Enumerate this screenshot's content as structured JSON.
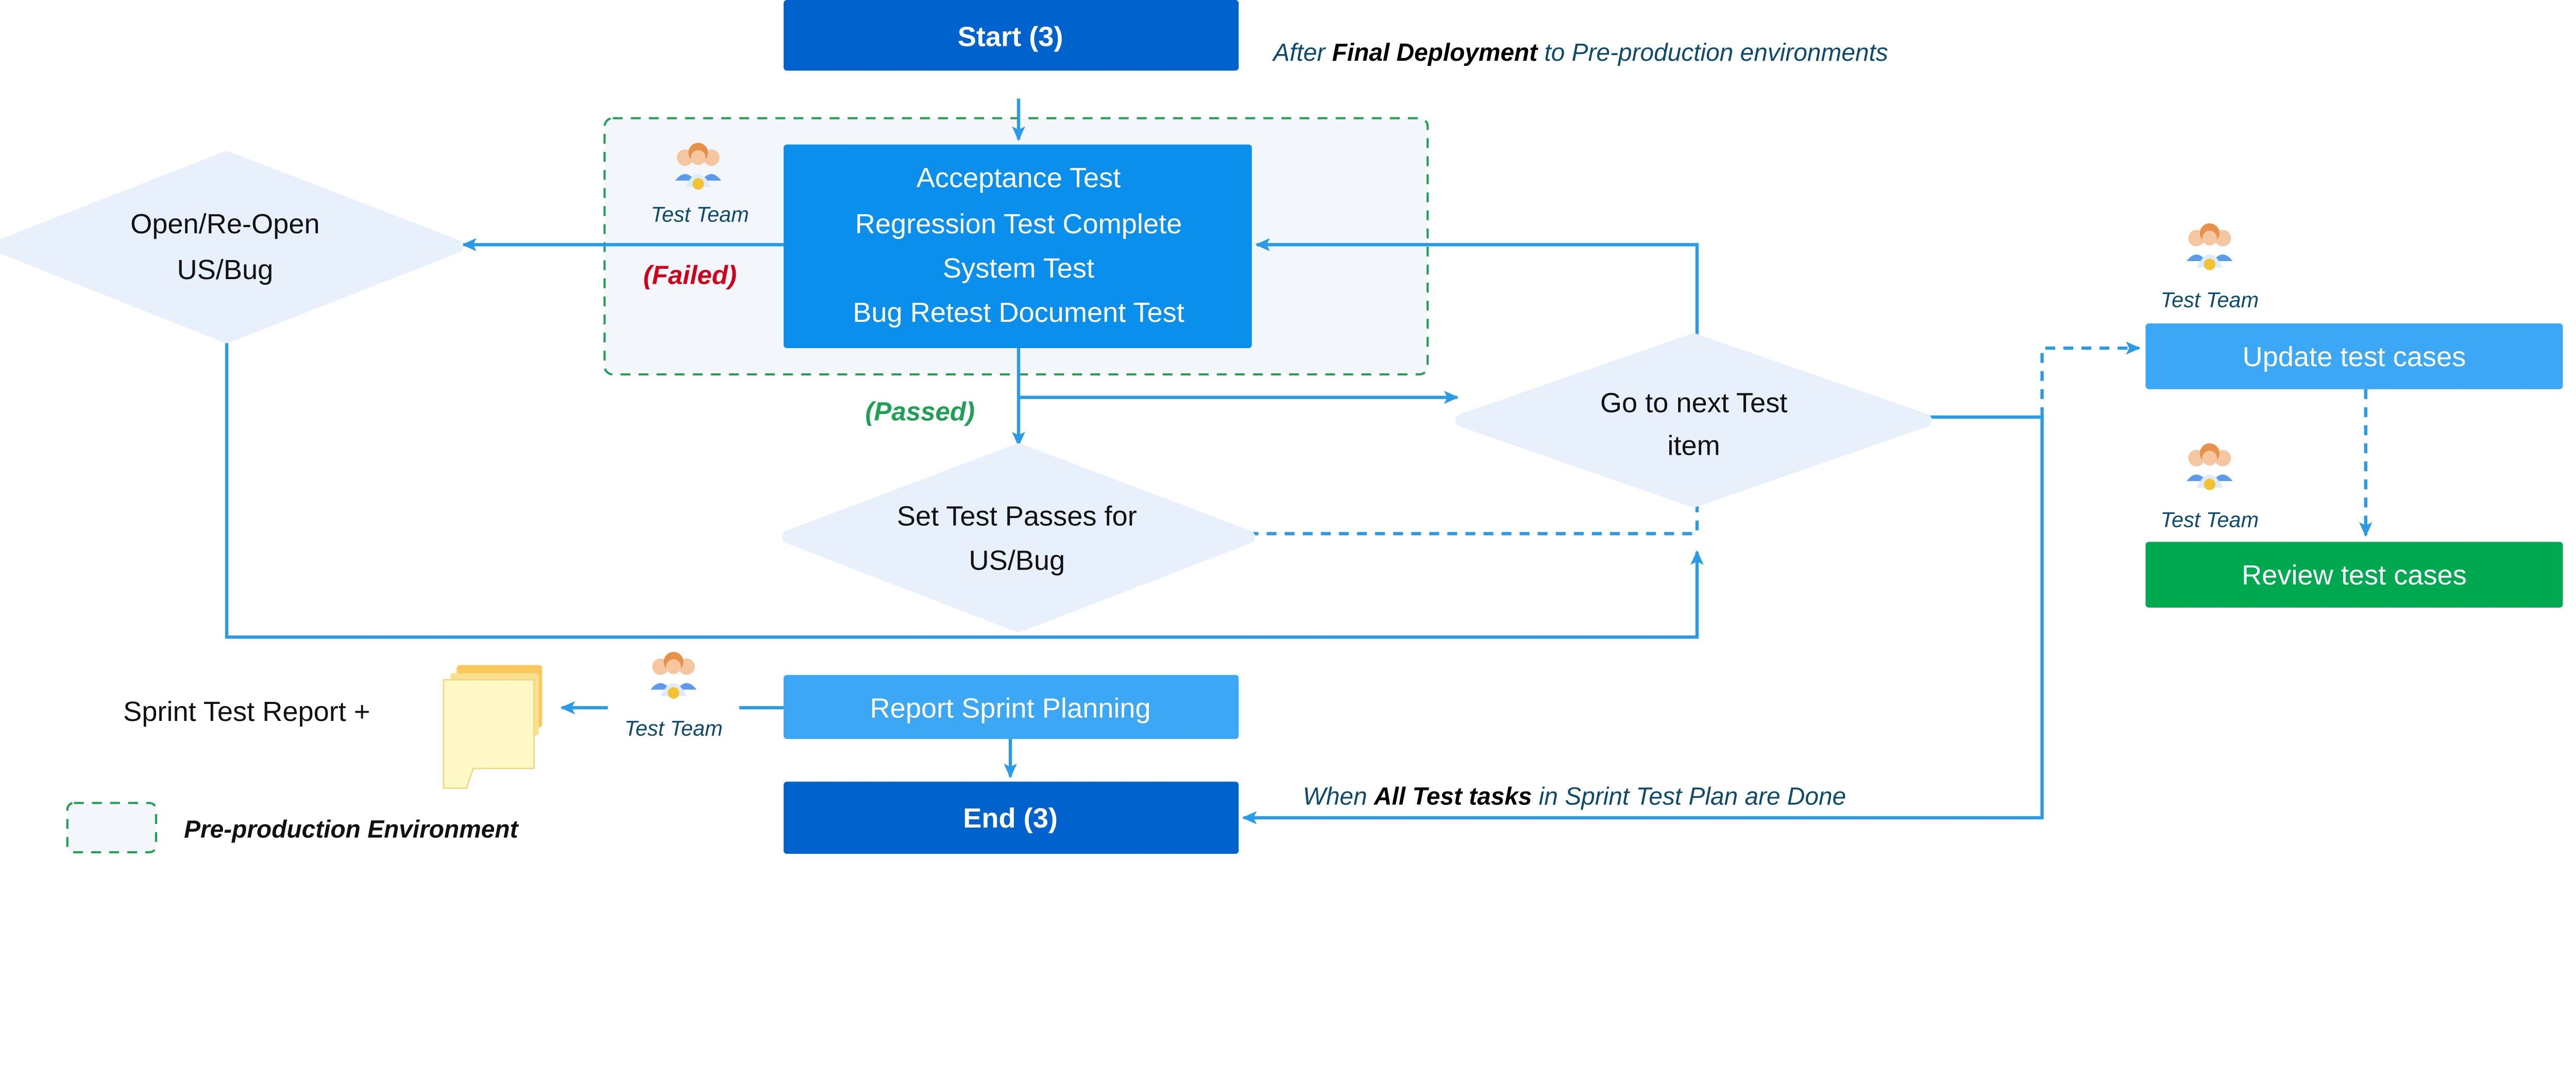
{
  "start": {
    "label": "Start (3)"
  },
  "end": {
    "label": "End (3)"
  },
  "start_note": {
    "pre": "After ",
    "bold": "Final Deployment",
    "post": " to Pre-production environments"
  },
  "end_note": {
    "pre": "When ",
    "bold": "All Test tasks",
    "post": " in Sprint Test Plan are Done"
  },
  "test_box": {
    "lines": [
      "Acceptance Test",
      "Regression Test Complete",
      "System Test",
      "Bug Retest Document Test"
    ]
  },
  "team_label": "Test Team",
  "failed_label": "(Failed)",
  "passed_label": "(Passed)",
  "open_diamond": {
    "lines": [
      "Open/Re-Open",
      "US/Bug"
    ]
  },
  "next_diamond": {
    "lines": [
      "Go to next Test",
      "item"
    ]
  },
  "pass_diamond": {
    "lines": [
      "Set Test Passes for",
      "US/Bug"
    ]
  },
  "update_box": {
    "label": "Update test cases"
  },
  "review_box": {
    "label": "Review test cases"
  },
  "report_box": {
    "label": "Report Sprint Planning"
  },
  "sprint_report": {
    "label": "Sprint Test Report +"
  },
  "legend": {
    "label": "Pre-production Environment"
  },
  "colors": {
    "dark_blue": "#0062cc",
    "blue": "#0a8fec",
    "light_blue": "#3ba7f5",
    "green": "#00a84f",
    "failed": "#d0021b",
    "passed": "#1fa055",
    "diamond": "#e8f0fb",
    "region": "#f3f7fc"
  }
}
